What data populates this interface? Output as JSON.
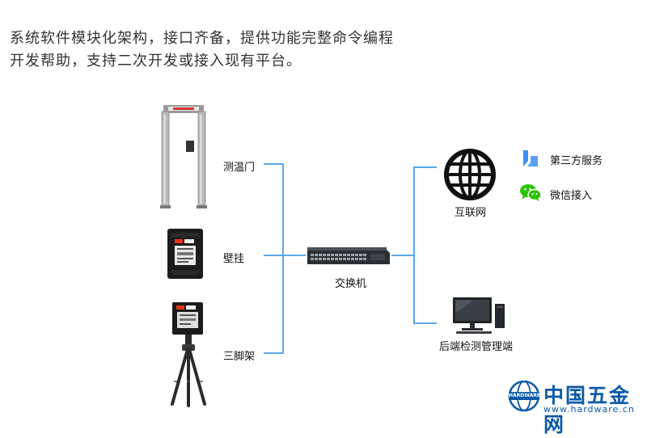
{
  "intro": {
    "line1": "系统软件模块化架构，接口齐备，提供功能完整命令编程",
    "line2": "开发帮助，支持二次开发或接入现有平台。"
  },
  "devices": {
    "gate": "测温门",
    "wall": "壁挂",
    "tripod": "三脚架"
  },
  "switch_label": "交换机",
  "internet_label": "互联网",
  "backend_label": "后端检测管理端",
  "services": {
    "third_party": "第三方服务",
    "wechat": "微信接入"
  },
  "watermark": {
    "logo_badge": "HARDWARE",
    "site_name": "中国五金网",
    "url": "www.hardware.cn"
  },
  "colors": {
    "line": "#5aa9e6",
    "brand": "#0a5aa8",
    "wechat": "#2dc100",
    "service": "#3d8ff0"
  }
}
